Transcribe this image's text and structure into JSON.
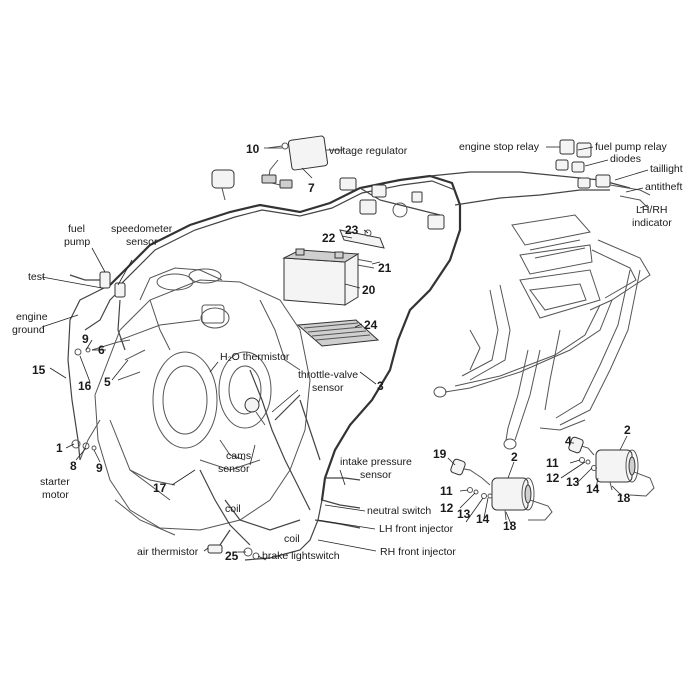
{
  "callouts": {
    "voltage_regulator": "voltage regulator",
    "engine_stop_relay": "engine stop relay",
    "fuel_pump_relay": "fuel pump relay",
    "diodes": "diodes",
    "taillight": "taillight",
    "antitheft": "antitheft",
    "lh_rh_indicator_1": "LH/RH",
    "lh_rh_indicator_2": "indicator",
    "fuel_pump_1": "fuel",
    "fuel_pump_2": "pump",
    "speedometer_sensor_1": "speedometer",
    "speedometer_sensor_2": "sensor",
    "test": "test",
    "engine_ground_1": "engine",
    "engine_ground_2": "ground",
    "h2o_thermistor": "H₂O thermistor",
    "throttle_valve_sensor_1": "throttle-valve",
    "throttle_valve_sensor_2": "sensor",
    "cams_sensor_1": "cams",
    "cams_sensor_2": "sensor",
    "intake_pressure_sensor_1": "intake pressure",
    "intake_pressure_sensor_2": "sensor",
    "neutral_switch": "neutral switch",
    "lh_front_injector": "LH front injector",
    "rh_front_injector": "RH front injector",
    "coil_1": "coil",
    "coil_2": "coil",
    "air_thermistor": "air thermistor",
    "brake_lightswitch": "brake lightswitch",
    "starter_motor_1": "starter",
    "starter_motor_2": "motor"
  },
  "part_numbers": {
    "n10": "10",
    "n7": "7",
    "n23": "23",
    "n22": "22",
    "n21": "21",
    "n20": "20",
    "n24": "24",
    "n3": "3",
    "n15": "15",
    "n9a": "9",
    "n6": "6",
    "n16": "16",
    "n5": "5",
    "n1": "1",
    "n8": "8",
    "n9b": "9",
    "n17": "17",
    "n25": "25",
    "n19": "19",
    "n2a": "2",
    "n11a": "11",
    "n12a": "12",
    "n13a": "13",
    "n14a": "14",
    "n18a": "18",
    "n4": "4",
    "n2b": "2",
    "n11b": "11",
    "n12b": "12",
    "n13b": "13",
    "n14b": "14",
    "n18b": "18"
  }
}
